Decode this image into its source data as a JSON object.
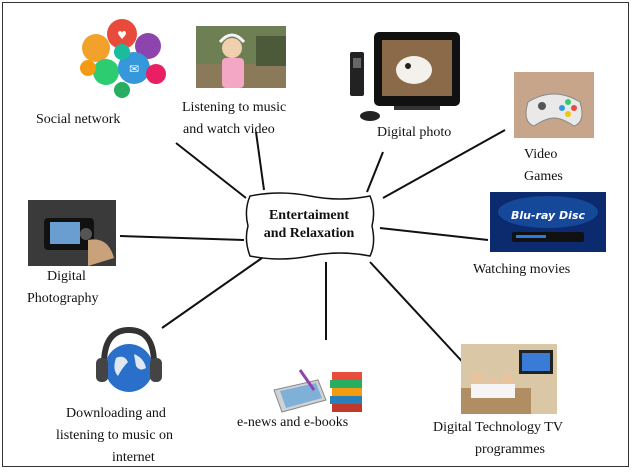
{
  "center": {
    "line1": "Entertaiment",
    "line2": "and Relaxation"
  },
  "nodes": {
    "social": "Social network",
    "music_video_1": "Listening to music",
    "music_video_2": "and watch video",
    "photo": "Digital photo",
    "games_1": "Video",
    "games_2": "Games",
    "movies": "Watching movies",
    "tv_1": "Digital Technology TV",
    "tv_2": "programmes",
    "ebooks": "e-news and e-books",
    "download_1": "Downloading and",
    "download_2": "listening to music on",
    "download_3": "internet",
    "photography_1": "Digital",
    "photography_2": "Photography"
  },
  "images": {
    "bluray_text": "Blu-ray Disc"
  },
  "colors": {
    "line": "#111111",
    "globe": "#2a6fc9",
    "bluray": "#0b2b6e"
  }
}
